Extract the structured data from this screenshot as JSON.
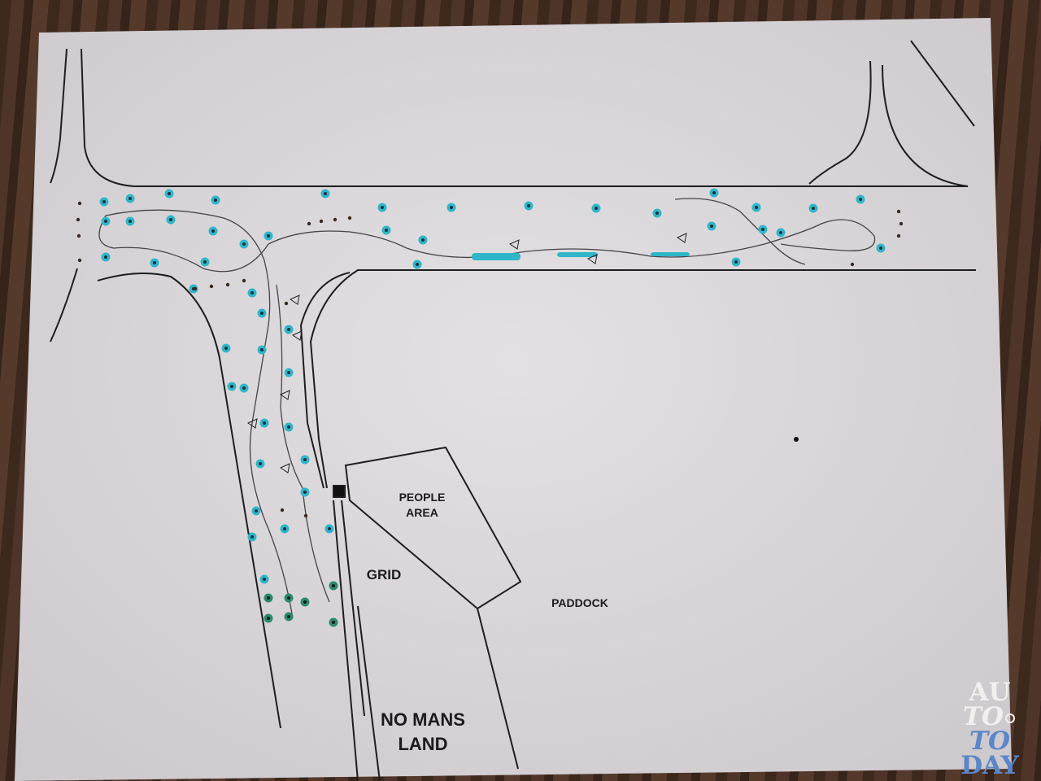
{
  "map": {
    "labels": {
      "people_area_line1": "PEOPLE",
      "people_area_line2": "AREA",
      "grid": "GRID",
      "paddock": "PADDOCK",
      "no_mans_land_line1": "NO MANS",
      "no_mans_land_line2": "LAND"
    },
    "colors": {
      "paper": "#dcd8dc",
      "ink": "#1e1e1e",
      "cone_blue": "#2fb6c8",
      "cone_green": "#1f6e5a",
      "background": "#4a3226"
    }
  },
  "watermark": {
    "line1": "AU",
    "line2a": "TO",
    "line2b": "TO",
    "line3": "DAY"
  }
}
